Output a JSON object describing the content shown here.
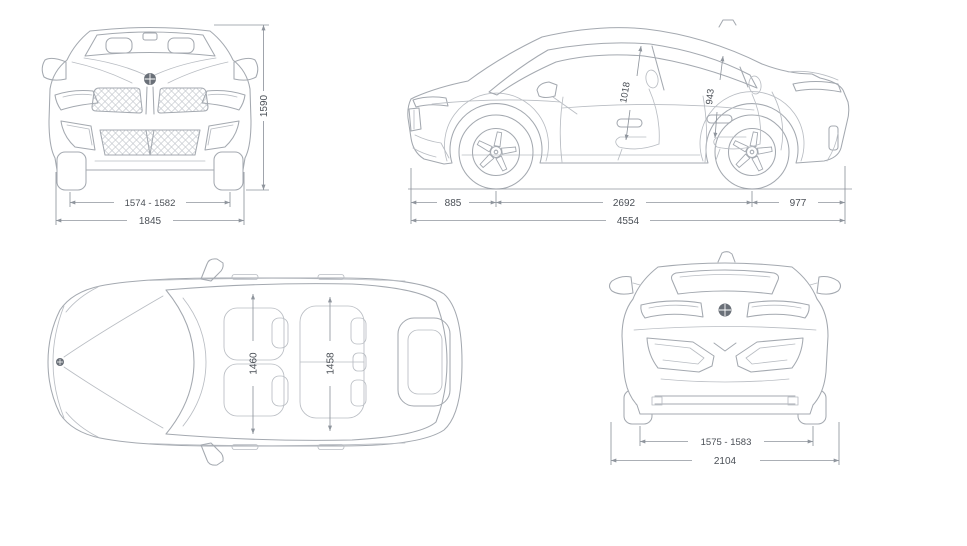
{
  "page": {
    "background": "#ffffff"
  },
  "colors": {
    "body_line": "#a4a9b0",
    "detail_line": "#b9bdc3",
    "dimension_line": "#8f959d",
    "label_text": "#4a4f56",
    "badge_fill": "#6a7078"
  },
  "icons": {
    "brand_badge": "bmw-roundel"
  },
  "views": {
    "front": {
      "dims": {
        "track": "1574 - 1582",
        "overall_width": "1845",
        "overall_height": "1590"
      }
    },
    "side": {
      "dims": {
        "front_overhang": "885",
        "wheelbase": "2692",
        "rear_overhang": "977",
        "overall_length": "4554",
        "headroom_front": "1018",
        "headroom_rear": "943"
      }
    },
    "top": {
      "dims": {
        "interior_width_front": "1460",
        "interior_width_rear": "1458"
      }
    },
    "rear": {
      "dims": {
        "track": "1575 - 1583",
        "overall_width_mirrors": "2104"
      }
    }
  }
}
